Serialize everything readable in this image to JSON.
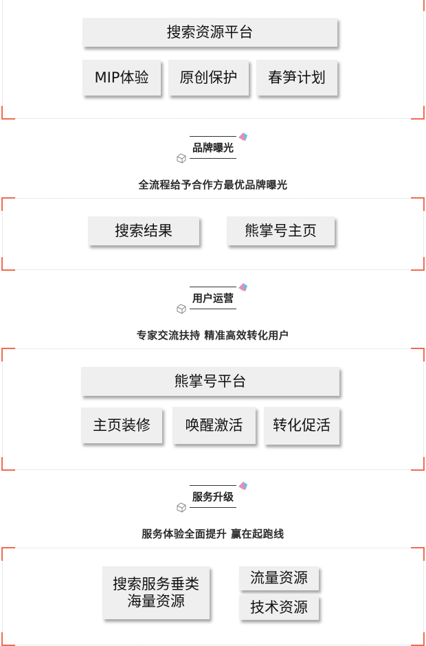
{
  "sections": [
    {
      "platform": "搜索资源平台",
      "items": [
        "MIP体验",
        "原创保护",
        "春笋计划"
      ]
    },
    {
      "heading": "品牌曝光",
      "subtitle": "全流程给予合作方最优品牌曝光",
      "items": [
        "搜索结果",
        "熊掌号主页"
      ]
    },
    {
      "heading": "用户运营",
      "subtitle": "专家交流扶持  精准高效转化用户",
      "platform": "熊掌号平台",
      "items": [
        "主页装修",
        "唤醒激活",
        "转化促活"
      ]
    },
    {
      "heading": "服务升级",
      "subtitle": "服务体验全面提升  赢在起跑线",
      "main_box": [
        "搜索服务垂类",
        "海量资源"
      ],
      "items": [
        "流量资源",
        "技术资源"
      ]
    }
  ],
  "icons": {
    "gem": "gem-icon",
    "cube": "wireframe-cube-icon"
  },
  "colors": {
    "accent": "#f06a50",
    "box_bg": "#efefef",
    "dotted_border": "#d4d4d4"
  }
}
